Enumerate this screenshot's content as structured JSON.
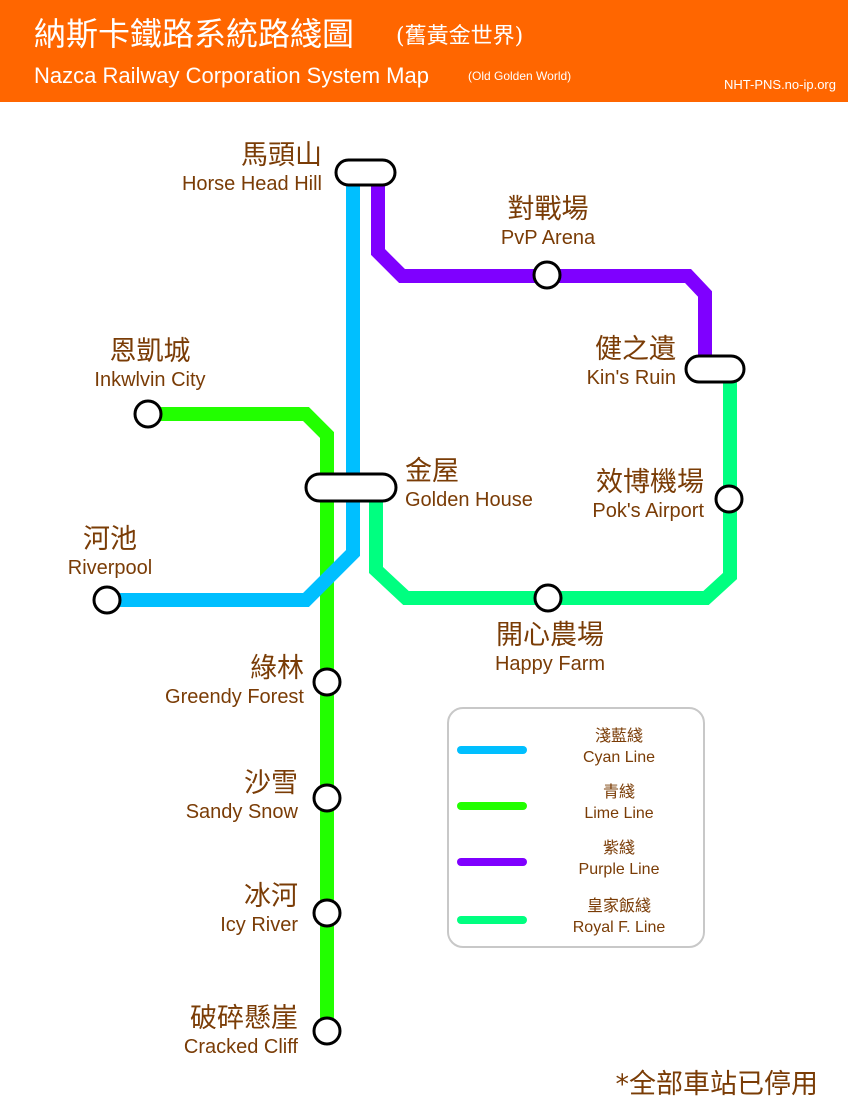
{
  "header": {
    "title_zh": "納斯卡鐵路系統路綫圖",
    "title_zh_sub": "(舊黃金世界)",
    "title_en": "Nazca Railway Corporation System Map",
    "title_en_sub": "(Old Golden World)",
    "site": "NHT-PNS.no-ip.org"
  },
  "colors": {
    "header_bg": "#ff6600",
    "cyan_line": "#00bfff",
    "lime_line": "#22ff00",
    "purple_line": "#7f00ff",
    "royal_line": "#00ff80",
    "label_text": "#7a3c06"
  },
  "stations": {
    "horse_head_hill": {
      "zh": "馬頭山",
      "en": "Horse Head Hill"
    },
    "pvp_arena": {
      "zh": "對戰場",
      "en": "PvP Arena"
    },
    "inkwlvin_city": {
      "zh": "恩凱城",
      "en": "Inkwlvin City"
    },
    "kins_ruin": {
      "zh": "健之遺",
      "en": "Kin's Ruin"
    },
    "golden_house": {
      "zh": "金屋",
      "en": "Golden House"
    },
    "poks_airport": {
      "zh": "效博機場",
      "en": "Pok's Airport"
    },
    "riverpool": {
      "zh": "河池",
      "en": "Riverpool"
    },
    "happy_farm": {
      "zh": "開心農場",
      "en": "Happy Farm"
    },
    "greendy_forest": {
      "zh": "綠林",
      "en": "Greendy Forest"
    },
    "sandy_snow": {
      "zh": "沙雪",
      "en": "Sandy Snow"
    },
    "icy_river": {
      "zh": "冰河",
      "en": "Icy River"
    },
    "cracked_cliff": {
      "zh": "破碎懸崖",
      "en": "Cracked Cliff"
    }
  },
  "legend": [
    {
      "zh": "淺藍綫",
      "en": "Cyan Line",
      "color": "#00bfff"
    },
    {
      "zh": "青綫",
      "en": "Lime Line",
      "color": "#22ff00"
    },
    {
      "zh": "紫綫",
      "en": "Purple Line",
      "color": "#7f00ff"
    },
    {
      "zh": "皇家飯綫",
      "en": "Royal F. Line",
      "color": "#00ff80"
    }
  ],
  "note": "*全部車站已停用"
}
